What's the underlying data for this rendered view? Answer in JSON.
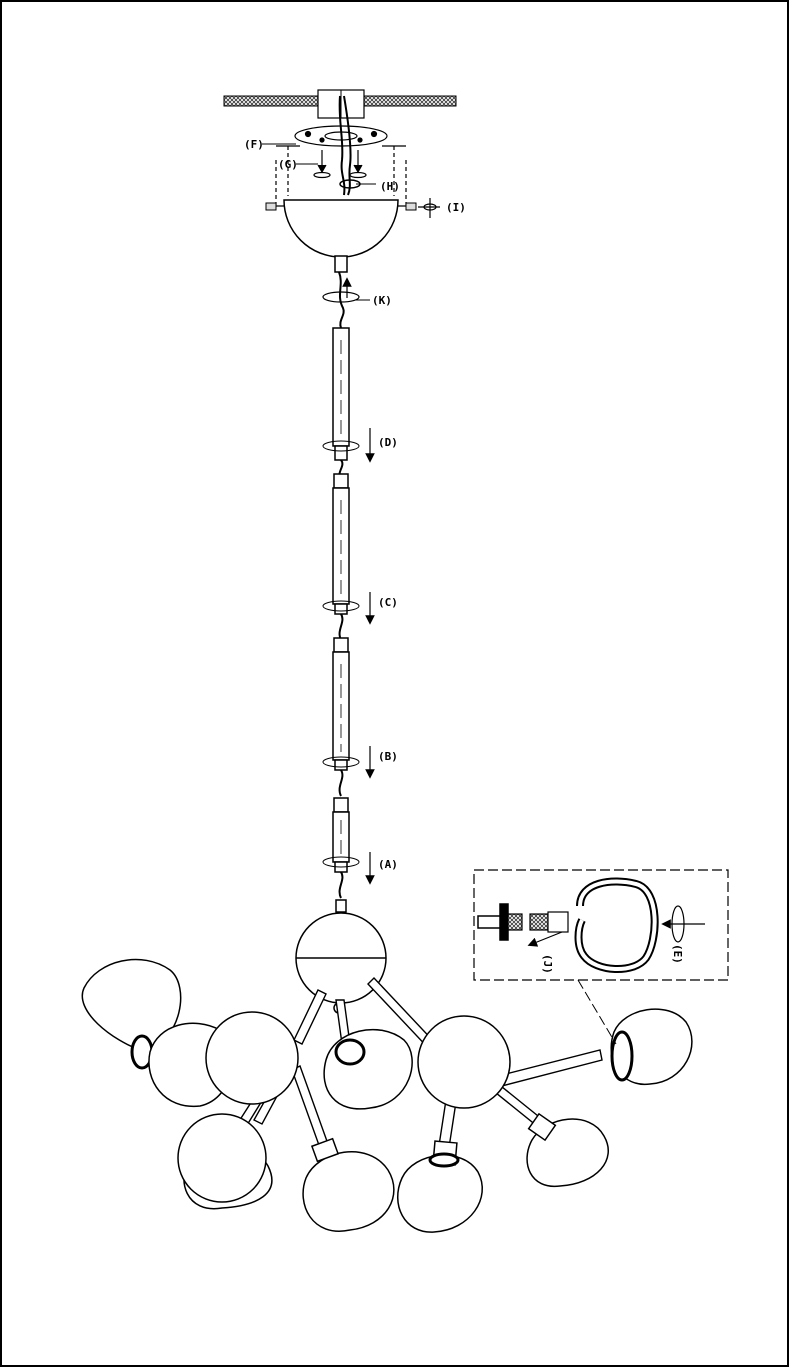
{
  "diagram": {
    "labels": {
      "F": "(F)",
      "G": "(G)",
      "H": "(H)",
      "I": "(I)",
      "K": "(K)",
      "D": "(D)",
      "C": "(C)",
      "B": "(B)",
      "A": "(A)",
      "J": "(J)",
      "E": "(E)"
    },
    "colors": {
      "line": "#000000",
      "background": "#ffffff",
      "ceiling_hatch": "#555555"
    }
  }
}
